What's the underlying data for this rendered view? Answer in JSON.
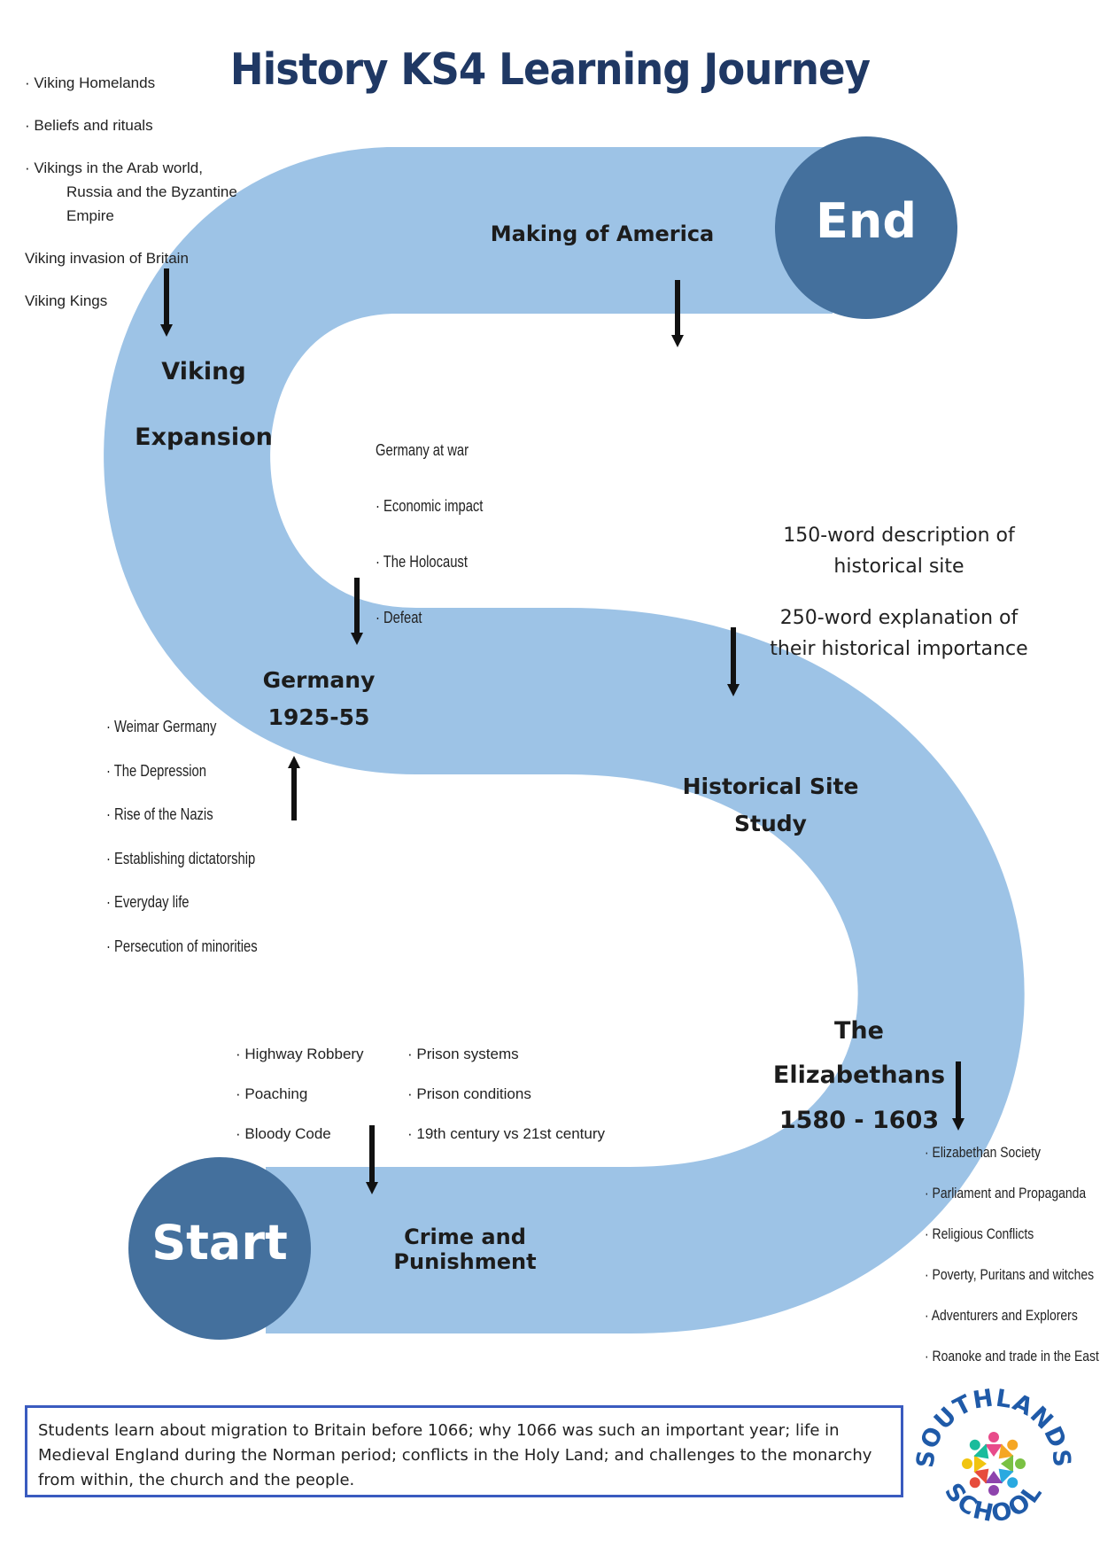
{
  "title": "History KS4 Learning Journey",
  "colors": {
    "road": "#9dc3e6",
    "circle": "#44709d",
    "title": "#1f3864",
    "footer_border": "#3a5bbf"
  },
  "start_label": "Start",
  "end_label": "End",
  "stages": {
    "crime": "Crime and Punishment",
    "elizabethans": [
      "The",
      "Elizabethans",
      "1580 - 1603"
    ],
    "site": [
      "Historical Site",
      "Study"
    ],
    "germany": [
      "Germany",
      "1925-55"
    ],
    "viking": [
      "Viking",
      "Expansion"
    ],
    "america": "Making of America"
  },
  "viking_topics": [
    "· Viking Homelands",
    "· Beliefs and rituals",
    "· Vikings in the Arab world,",
    "Russia and the Byzantine",
    "Empire",
    "Viking invasion of Britain",
    "Viking Kings"
  ],
  "germany_war_topics": [
    "Germany at war",
    "· Economic impact",
    "· The Holocaust",
    "· Defeat"
  ],
  "germany_topics": [
    "· Weimar Germany",
    "· The Depression",
    "· Rise of the Nazis",
    "· Establishing dictatorship",
    "· Everyday life",
    "· Persecution of minorities"
  ],
  "site_notes": [
    "150-word description of",
    "historical site",
    "250-word explanation of",
    "their historical importance"
  ],
  "crime_topics_left": [
    "· Highway Robbery",
    "· Poaching",
    "· Bloody Code"
  ],
  "crime_topics_right": [
    "· Prison systems",
    "· Prison conditions",
    "· 19th century vs 21st century"
  ],
  "elizabethan_topics": [
    "· Elizabethan Society",
    "· Parliament and Propaganda",
    "· Religious Conflicts",
    "· Poverty, Puritans and witches",
    "· Adventurers and Explorers",
    "· Roanoke and trade in the East"
  ],
  "footer_text": "Students learn about migration to Britain before 1066; why 1066 was such an important year; life in Medieval England during the Norman period; conflicts in the Holy Land; and challenges to the monarchy from within, the church and the people.",
  "logo": {
    "top": "SOUTHLANDS",
    "bottom": "SCHOOL"
  }
}
